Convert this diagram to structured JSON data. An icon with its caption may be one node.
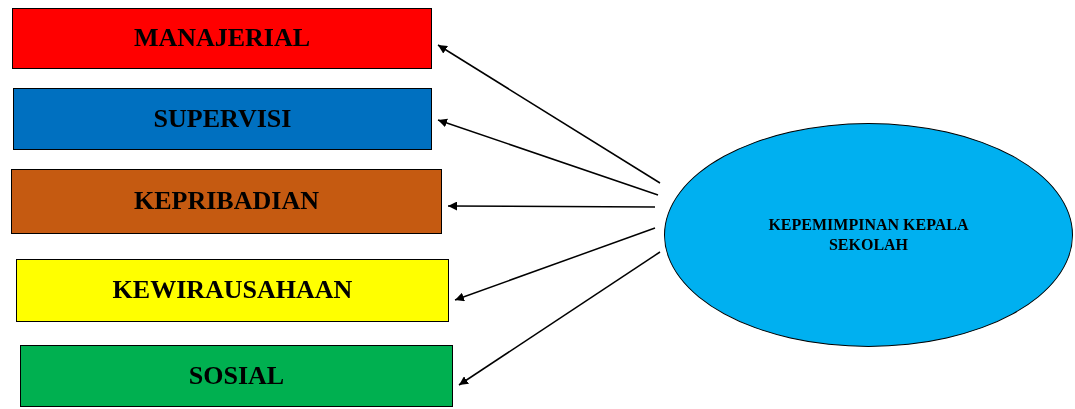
{
  "diagram": {
    "nodes": [
      {
        "text": [
          "MANAJERIAL"
        ]
      },
      {
        "text": [
          "SUPERVISI"
        ]
      },
      {
        "text": [
          "KEPRIBADIAN"
        ]
      },
      {
        "text": [
          "KEWIRAUSAHAAN"
        ]
      },
      {
        "text": [
          "SOSIAL"
        ]
      },
      {
        "text": [
          "KEPEMIMPINAN KEPALA SEKOLAH"
        ]
      }
    ],
    "edges": [
      {
        "from": 5,
        "to": 0,
        "arrow": "to"
      },
      {
        "from": 5,
        "to": 1,
        "arrow": "to"
      },
      {
        "from": 5,
        "to": 2,
        "arrow": "to"
      },
      {
        "from": 5,
        "to": 3,
        "arrow": "to"
      },
      {
        "from": 5,
        "to": 4,
        "arrow": "to"
      }
    ]
  }
}
